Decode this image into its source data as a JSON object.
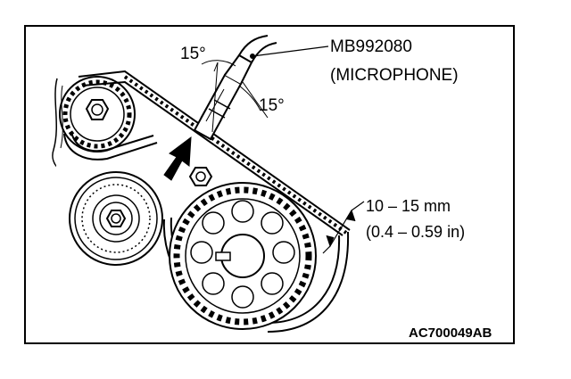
{
  "diagram": {
    "callout_tool": "MB992080",
    "callout_tool_sub": "(MICROPHONE)",
    "angle_left": "15°",
    "angle_right": "15°",
    "deflection_mm": "10 – 15 mm",
    "deflection_in": "(0.4 – 0.59 in)",
    "figure_code": "AC700049AB"
  }
}
